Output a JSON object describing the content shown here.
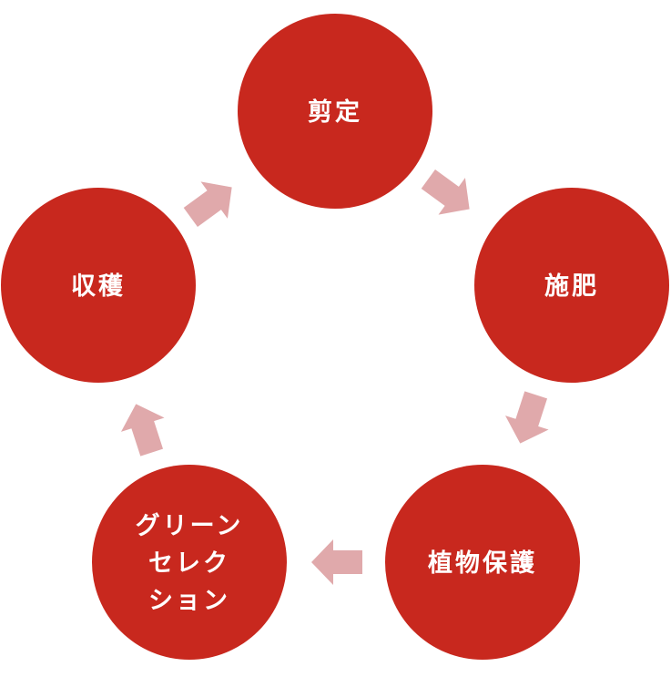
{
  "colors": {
    "node": "#c8281e",
    "arrow": "#e0a9ab",
    "text": "#ffffff"
  },
  "nodes": [
    {
      "id": "pruning",
      "lines": [
        "剪定"
      ]
    },
    {
      "id": "fertilizing",
      "lines": [
        "施肥"
      ]
    },
    {
      "id": "plant-protection",
      "lines": [
        "植物保護"
      ]
    },
    {
      "id": "green-selection",
      "lines": [
        "グリーン",
        "セレクション"
      ]
    },
    {
      "id": "harvest",
      "lines": [
        "収穫"
      ]
    }
  ],
  "cycle_direction": "clockwise"
}
